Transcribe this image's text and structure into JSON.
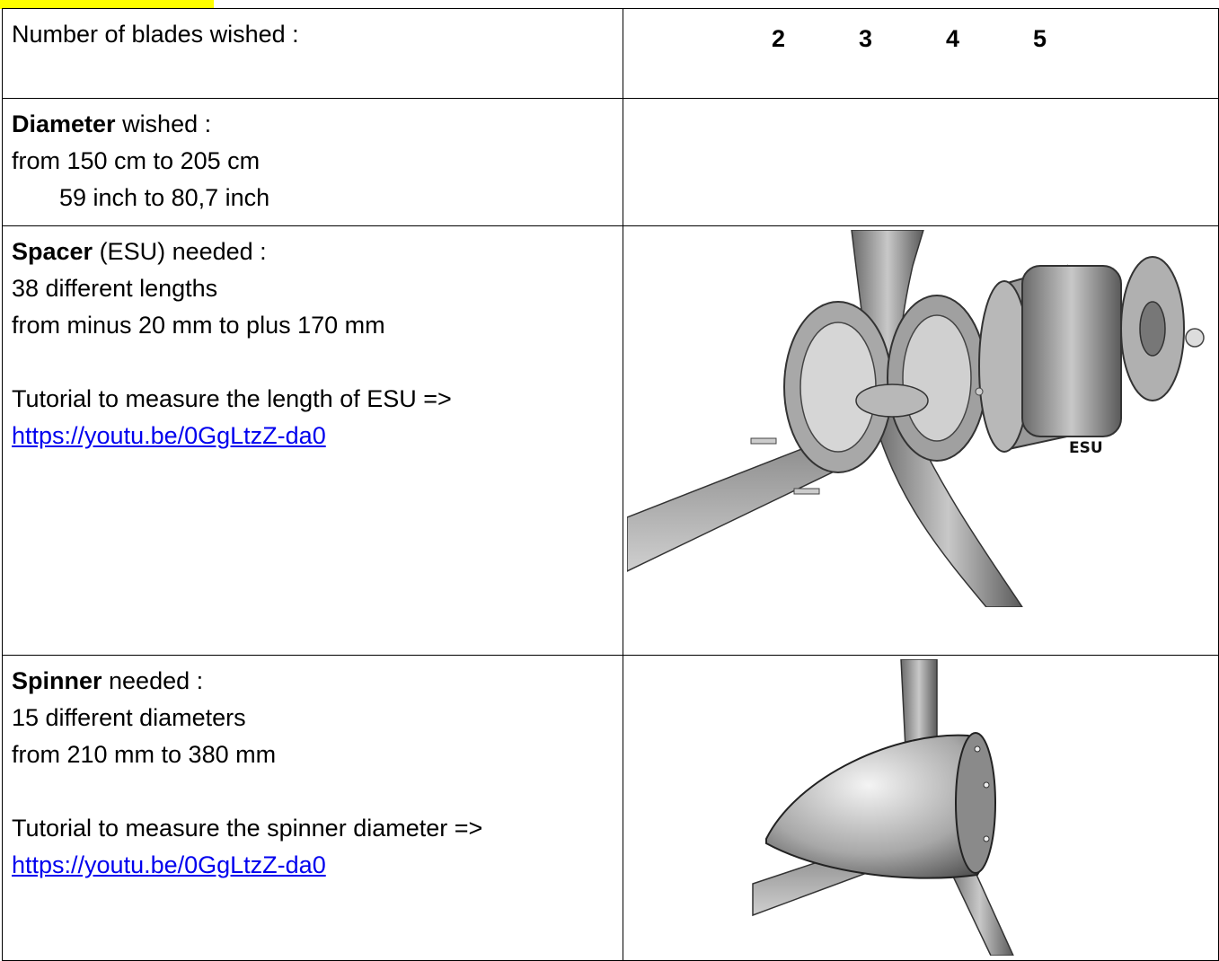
{
  "blades": {
    "label": "Number of blades wished :",
    "options": [
      "2",
      "3",
      "4",
      "5"
    ]
  },
  "diameter": {
    "bold": "Diameter",
    "rest": " wished :",
    "line1": "from 150 cm  to  205 cm",
    "line2": "59 inch  to  80,7 inch"
  },
  "spacer": {
    "bold": "Spacer",
    "rest": " (ESU) needed :",
    "line1": "38 different lengths",
    "line2": "from minus 20 mm to plus 170 mm",
    "tutorial": "Tutorial to measure the length of ESU =>",
    "link": "https://youtu.be/0GgLtzZ-da0",
    "image_label": "ESU"
  },
  "spinner": {
    "bold": "Spinner",
    "rest": " needed :",
    "line1": "15 different diameters",
    "line2": "from 210 mm to 380 mm",
    "tutorial": "Tutorial to measure the spinner diameter =>",
    "link": "https://youtu.be/0GgLtzZ-da0"
  },
  "colors": {
    "highlight": "#ffff00",
    "link": "#0000ee"
  }
}
